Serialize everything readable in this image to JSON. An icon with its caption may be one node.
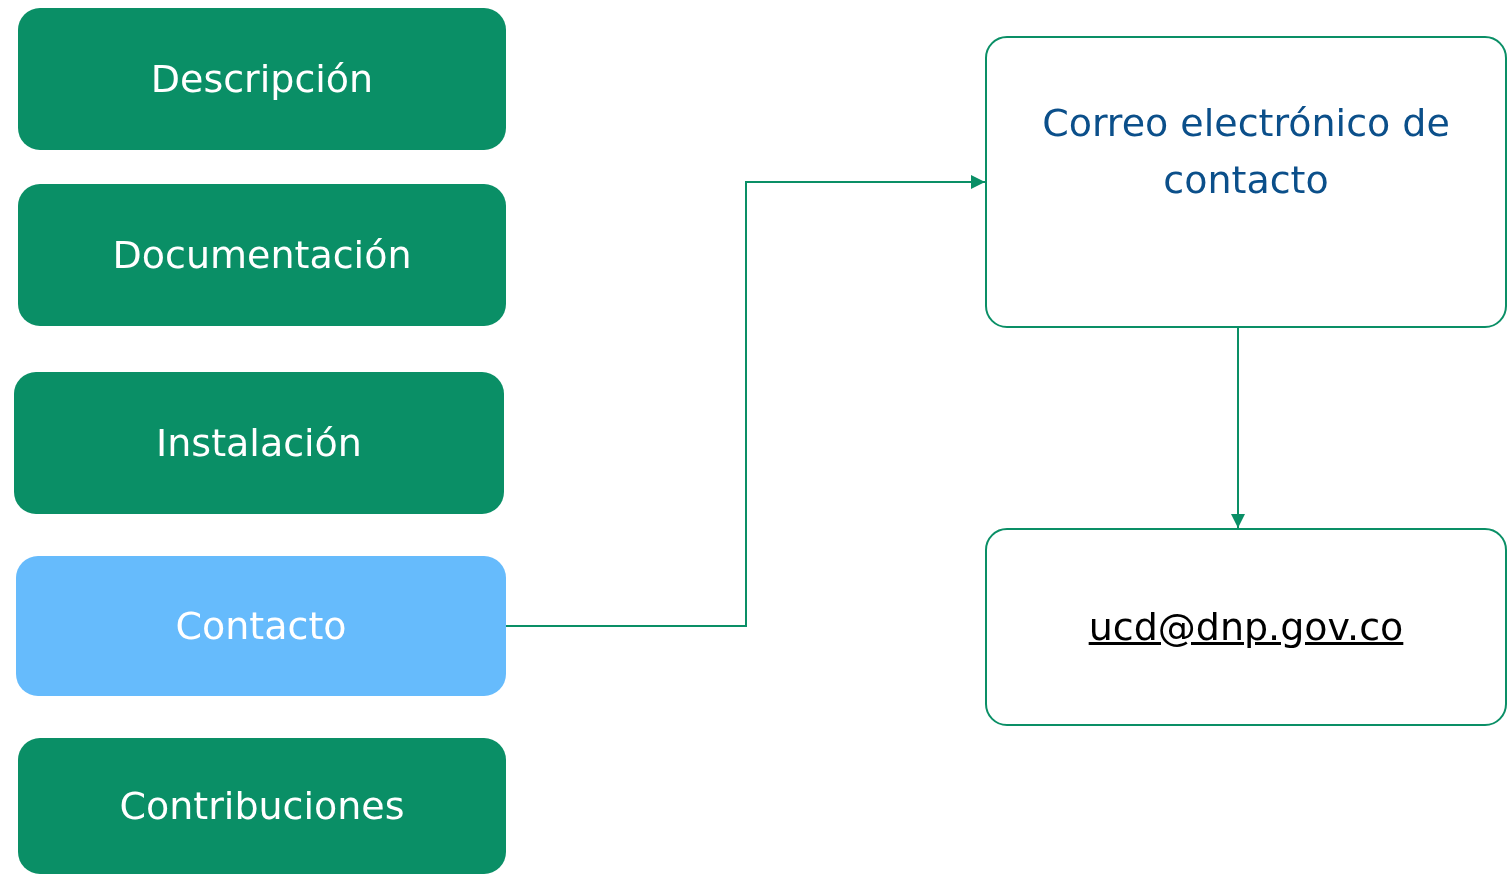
{
  "diagram": {
    "nodes": [
      {
        "text": [
          "Descripción"
        ]
      },
      {
        "text": [
          "Documentación"
        ]
      },
      {
        "text": [
          "Instalación"
        ]
      },
      {
        "text": [
          "Contacto"
        ]
      },
      {
        "text": [
          "Contribuciones"
        ]
      },
      {
        "text": [
          "Correo electrónico de contacto"
        ]
      },
      {
        "text": [
          "ucd@dnp.gov.co"
        ]
      }
    ],
    "edges": [
      {
        "from": 3,
        "to": 5,
        "arrow": "to"
      },
      {
        "from": 5,
        "to": 6,
        "arrow": "to"
      }
    ]
  }
}
